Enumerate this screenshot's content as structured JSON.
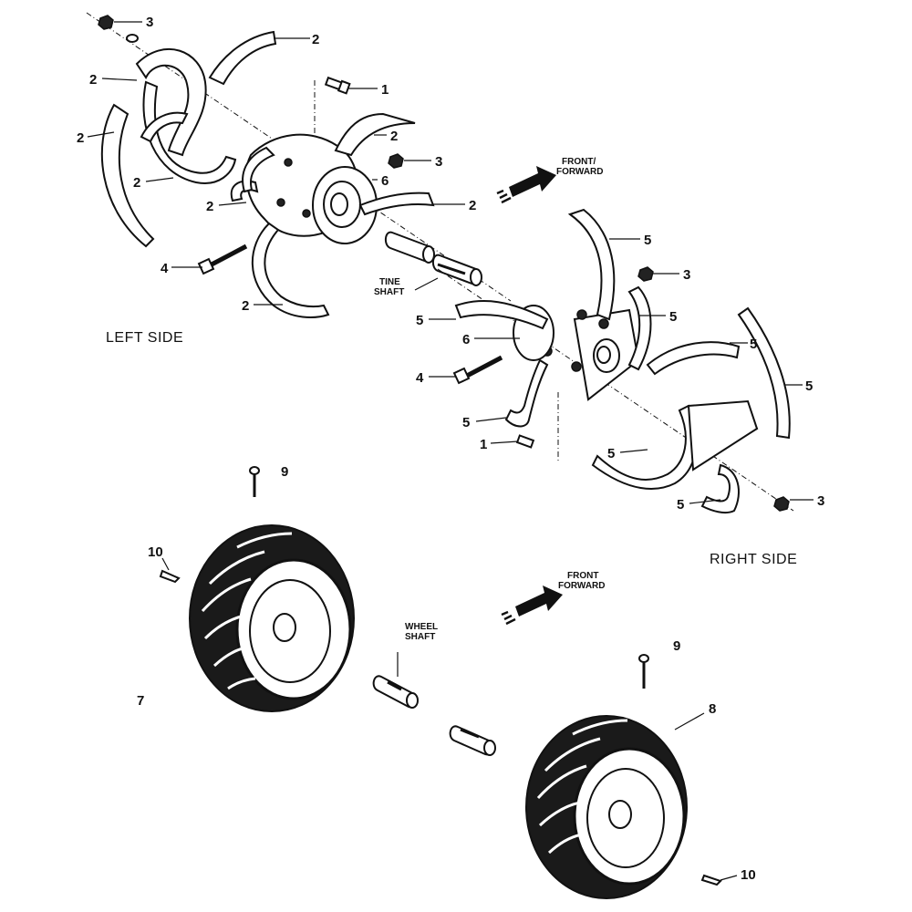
{
  "captions": {
    "left_side": "LEFT SIDE",
    "right_side": "RIGHT SIDE",
    "front_forward_1": [
      "FRONT/",
      "FORWARD"
    ],
    "front_forward_2": [
      "FRONT",
      "FORWARD"
    ],
    "tine_shaft": [
      "TINE",
      "SHAFT"
    ],
    "wheel_shaft": [
      "WHEEL",
      "SHAFT"
    ]
  },
  "callouts": {
    "c3_tl": "3",
    "c2_tr": "2",
    "c2_l1": "2",
    "c1_top": "1",
    "c2_l2": "2",
    "c2_m1": "2",
    "c3_m": "3",
    "c6_top": "6",
    "c2_l3": "2",
    "c2_l4": "2",
    "c2_m2": "2",
    "c4_top": "4",
    "c2_bottom": "2",
    "c5_r1": "5",
    "c3_r1": "3",
    "c5_r2": "5",
    "c5_r3": "5",
    "c5_r4": "5",
    "c5_r5": "5",
    "c6_bottom": "6",
    "c4_bottom": "4",
    "c5_r6": "5",
    "c1_bottom": "1",
    "c5_r7": "5",
    "c5_r8": "5",
    "c3_r2": "3",
    "c9_left": "9",
    "c10_left": "10",
    "c7": "7",
    "c9_right": "9",
    "c8": "8",
    "c10_right": "10"
  }
}
